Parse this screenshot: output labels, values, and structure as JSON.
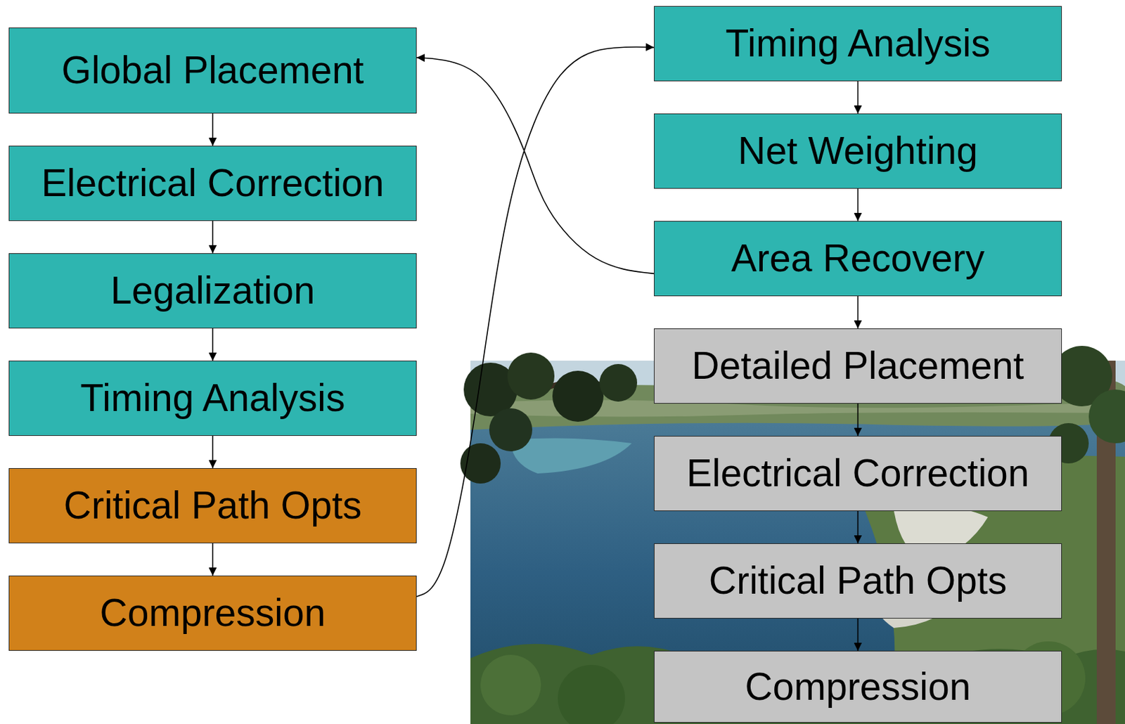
{
  "diagram": {
    "nodes": [
      {
        "text": [
          "Global Placement"
        ]
      },
      {
        "text": [
          "Electrical Correction"
        ]
      },
      {
        "text": [
          "Legalization"
        ]
      },
      {
        "text": [
          "Timing Analysis"
        ]
      },
      {
        "text": [
          "Critical Path Opts"
        ]
      },
      {
        "text": [
          "Compression"
        ]
      },
      {
        "text": [
          "Timing Analysis"
        ]
      },
      {
        "text": [
          "Net Weighting"
        ]
      },
      {
        "text": [
          "Area Recovery"
        ]
      },
      {
        "text": [
          "Detailed Placement"
        ]
      },
      {
        "text": [
          "Electrical Correction"
        ]
      },
      {
        "text": [
          "Critical Path Opts"
        ]
      },
      {
        "text": [
          "Compression"
        ]
      }
    ],
    "edges": [
      {
        "from": 0,
        "to": 1,
        "arrow": "to"
      },
      {
        "from": 1,
        "to": 2,
        "arrow": "to"
      },
      {
        "from": 2,
        "to": 3,
        "arrow": "to"
      },
      {
        "from": 3,
        "to": 4,
        "arrow": "to"
      },
      {
        "from": 4,
        "to": 5,
        "arrow": "to"
      },
      {
        "from": 5,
        "to": 6,
        "arrow": "to"
      },
      {
        "from": 6,
        "to": 7,
        "arrow": "to"
      },
      {
        "from": 7,
        "to": 8,
        "arrow": "to"
      },
      {
        "from": 8,
        "to": 0,
        "arrow": "to"
      },
      {
        "from": 8,
        "to": 9,
        "arrow": "to"
      },
      {
        "from": 9,
        "to": 10,
        "arrow": "to"
      },
      {
        "from": 10,
        "to": 11,
        "arrow": "to"
      },
      {
        "from": 11,
        "to": 12,
        "arrow": "to"
      }
    ]
  }
}
